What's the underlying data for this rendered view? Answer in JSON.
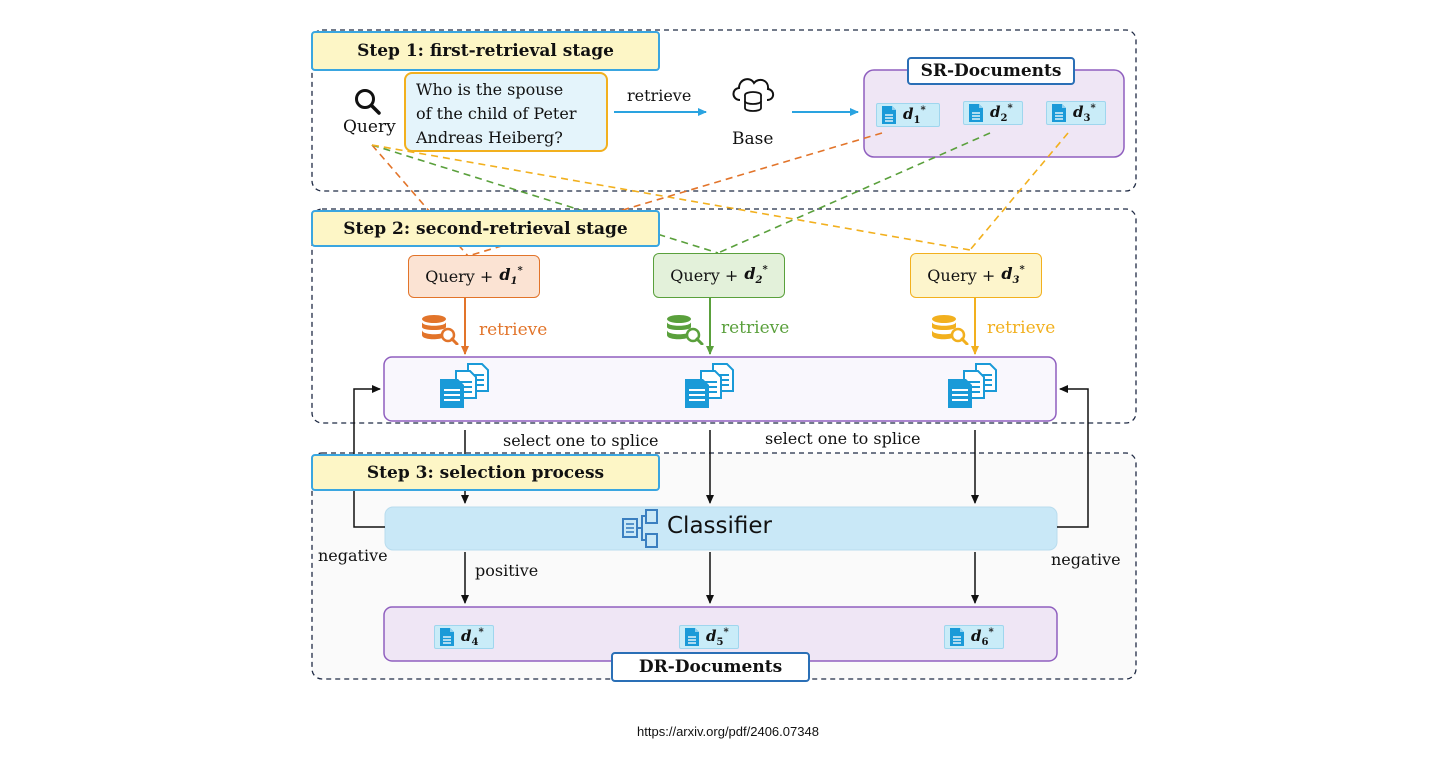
{
  "steps": {
    "step1": "Step 1: first-retrieval stage",
    "step2": "Step 2: second-retrieval stage",
    "step3": "Step 3: selection process"
  },
  "query": {
    "label": "Query",
    "question_line1": "Who is the spouse",
    "question_line2": "of the child of Peter",
    "question_line3": "Andreas Heiberg?"
  },
  "retrieve_label": "retrieve",
  "base_label": "Base",
  "sr_documents": {
    "title": "SR-Documents",
    "docs": [
      {
        "base": "d",
        "sub": "1",
        "sup": "*"
      },
      {
        "base": "d",
        "sub": "2",
        "sup": "*"
      },
      {
        "base": "d",
        "sub": "3",
        "sup": "*"
      }
    ]
  },
  "second_stage": {
    "query_plus": "Query +",
    "queries": [
      {
        "base": "d",
        "sub": "1",
        "sup": "*",
        "color": "#e2742a",
        "fill": "#fbe3d3"
      },
      {
        "base": "d",
        "sub": "2",
        "sup": "*",
        "color": "#5aa03c",
        "fill": "#e3f1da"
      },
      {
        "base": "d",
        "sub": "3",
        "sup": "*",
        "color": "#f2b01e",
        "fill": "#fdf5cc"
      }
    ],
    "retrieve_labels": [
      "retrieve",
      "retrieve",
      "retrieve"
    ]
  },
  "select_labels": [
    "select one to splice",
    "select one to splice"
  ],
  "classifier_label": "Classifier",
  "negative_left": "negative",
  "negative_right": "negative",
  "positive_label": "positive",
  "dr_documents": {
    "title": "DR-Documents",
    "docs": [
      {
        "base": "d",
        "sub": "4",
        "sup": "*"
      },
      {
        "base": "d",
        "sub": "5",
        "sup": "*"
      },
      {
        "base": "d",
        "sub": "6",
        "sup": "*"
      }
    ]
  },
  "source_url": "https://arxiv.org/pdf/2406.07348",
  "colors": {
    "accent_blue": "#3aa6e0",
    "orange": "#e2742a",
    "green": "#5aa03c",
    "yellow": "#f2b01e",
    "purple_border": "#8f5fbf",
    "classifier_fill": "#c9e8f7"
  }
}
